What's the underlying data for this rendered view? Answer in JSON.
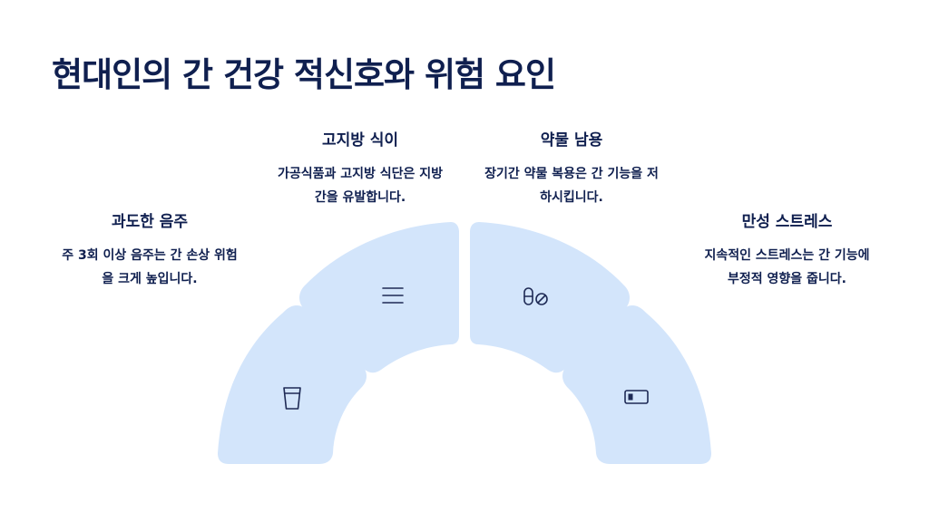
{
  "title": "현대인의 간 건강 적신호와 위험 요인",
  "factors": [
    {
      "title": "과도한 음주",
      "desc_line1": "주 3회 이상 음주는 간 손상 위험",
      "desc_line2": "을 크게 높입니다.",
      "icon": "glass-icon"
    },
    {
      "title": "고지방 식이",
      "desc_line1": "가공식품과 고지방 식단은 지방",
      "desc_line2": "간을 유발합니다.",
      "icon": "menu-lines-icon"
    },
    {
      "title": "약물 남용",
      "desc_line1": "장기간 약물 복용은 간 기능을 저",
      "desc_line2": "하시킵니다.",
      "icon": "pills-icon"
    },
    {
      "title": "만성 스트레스",
      "desc_line1": "지속적인 스트레스는 간 기능에",
      "desc_line2": "부정적 영향을 줍니다.",
      "icon": "battery-low-icon"
    }
  ],
  "colors": {
    "segment_fill": "#d3e5fb",
    "icon_stroke": "#1e2a55",
    "text": "#0f1f4f"
  }
}
